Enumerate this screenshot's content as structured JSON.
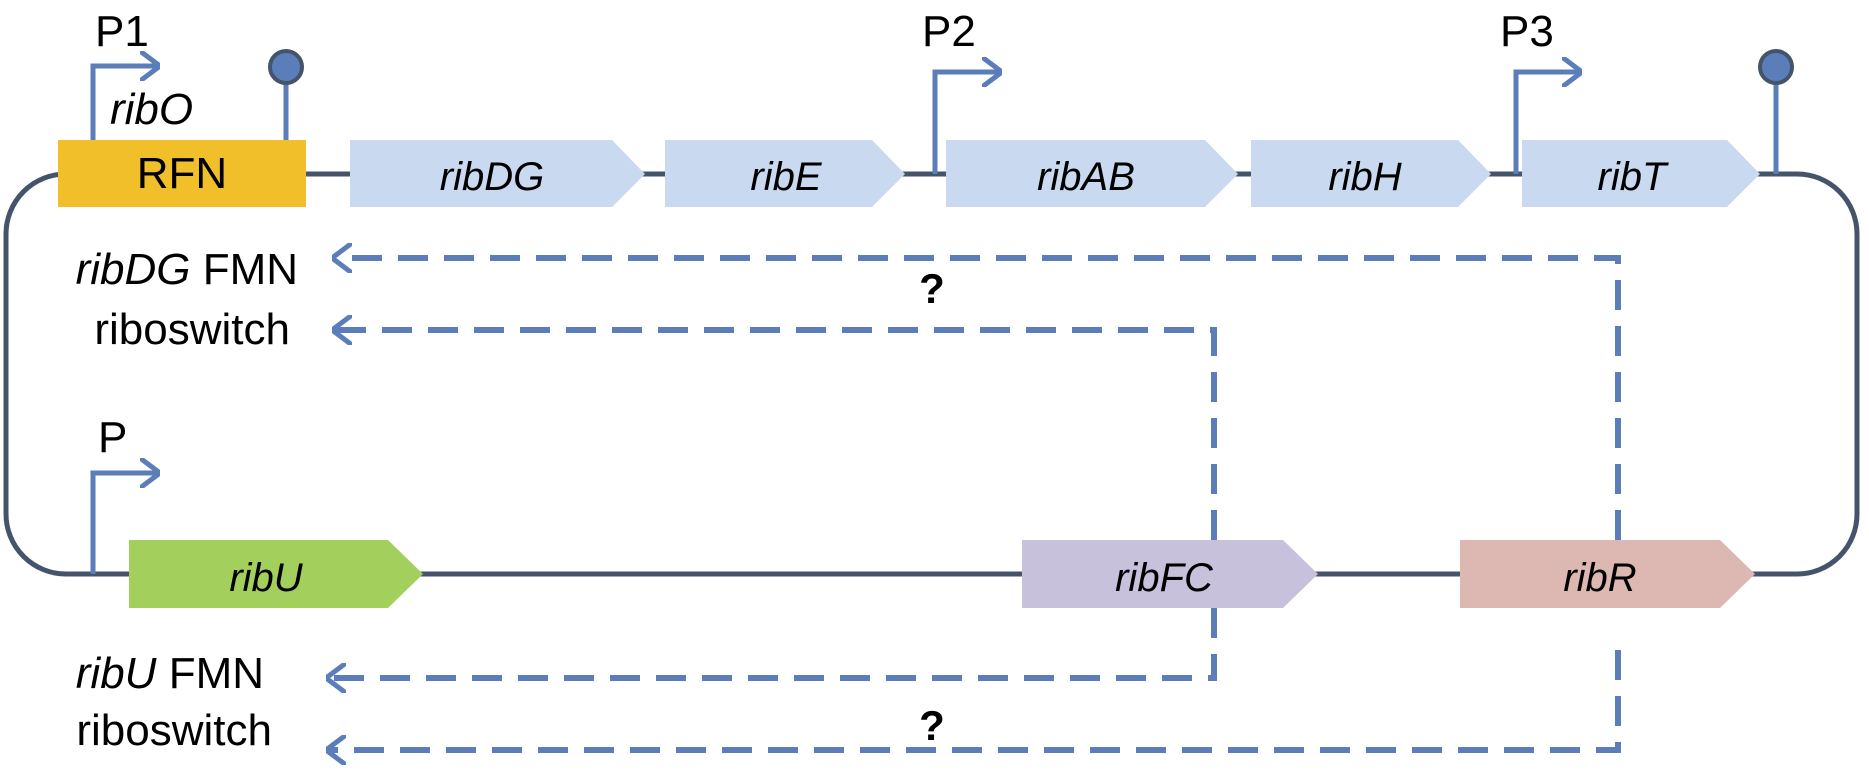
{
  "colors": {
    "backbone": "#44546A",
    "arrow": "#5B7DB9",
    "rfn_fill": "#F0BF2A",
    "operon_gene_fill": "#C9D9F0",
    "ribU_fill": "#A3D05C",
    "ribFC_fill": "#C7C1DC",
    "ribR_fill": "#DDB8B3",
    "text": "#000000"
  },
  "promoters": {
    "p1": "P1",
    "p2": "P2",
    "p3": "P3",
    "p": "P"
  },
  "rfn_element": {
    "label": "RFN",
    "operator_label": "ribO"
  },
  "top_operon_genes": [
    {
      "id": "ribDG",
      "label": "ribDG"
    },
    {
      "id": "ribE",
      "label": "ribE"
    },
    {
      "id": "ribAB",
      "label": "ribAB"
    },
    {
      "id": "ribH",
      "label": "ribH"
    },
    {
      "id": "ribT",
      "label": "ribT"
    }
  ],
  "bottom_genes": [
    {
      "id": "ribU",
      "label": "ribU"
    },
    {
      "id": "ribFC",
      "label": "ribFC"
    },
    {
      "id": "ribR",
      "label": "ribR"
    }
  ],
  "targets": {
    "ribDG_switch": {
      "gene": "ribDG",
      "suffix": " FMN",
      "line2": "riboswitch"
    },
    "ribU_switch": {
      "gene": "ribU",
      "suffix": " FMN",
      "line2": "riboswitch"
    }
  },
  "uncertain_marks": {
    "top": "?",
    "bottom": "?"
  }
}
